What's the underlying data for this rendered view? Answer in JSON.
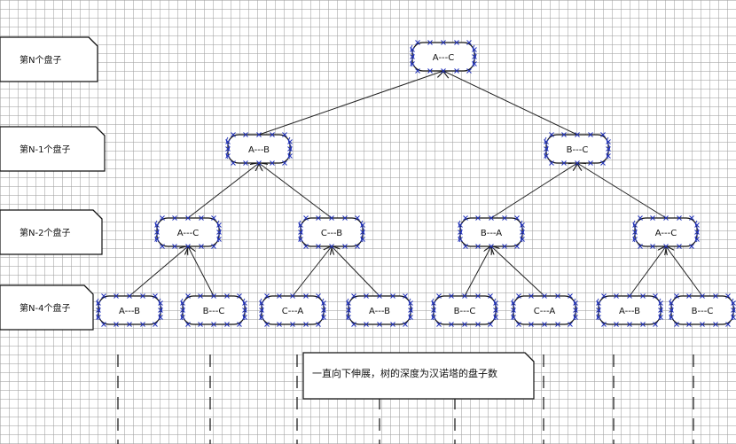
{
  "levels": [
    {
      "id": "level-n",
      "label": "第N个盘子"
    },
    {
      "id": "level-n-1",
      "label": "第N-1个盘子"
    },
    {
      "id": "level-n-2",
      "label": "第N-2个盘子"
    },
    {
      "id": "level-n-4",
      "label": "第N-4个盘子"
    }
  ],
  "nodes": [
    {
      "id": "root",
      "label": "A---C",
      "level": 0
    },
    {
      "id": "l1-left",
      "label": "A---B",
      "level": 1
    },
    {
      "id": "l1-right",
      "label": "B---C",
      "level": 1
    },
    {
      "id": "l2-1",
      "label": "A---C",
      "level": 2
    },
    {
      "id": "l2-2",
      "label": "C---B",
      "level": 2
    },
    {
      "id": "l2-3",
      "label": "B---A",
      "level": 2
    },
    {
      "id": "l2-4",
      "label": "A---C",
      "level": 2
    },
    {
      "id": "l3-1",
      "label": "A---B",
      "level": 3
    },
    {
      "id": "l3-2",
      "label": "B---C",
      "level": 3
    },
    {
      "id": "l3-3",
      "label": "C---A",
      "level": 3
    },
    {
      "id": "l3-4",
      "label": "A---B",
      "level": 3
    },
    {
      "id": "l3-5",
      "label": "B---C",
      "level": 3
    },
    {
      "id": "l3-6",
      "label": "C---A",
      "level": 3
    },
    {
      "id": "l3-7",
      "label": "A---B",
      "level": 3
    },
    {
      "id": "l3-8",
      "label": "B---C",
      "level": 3
    }
  ],
  "edges": [
    [
      "l1-left",
      "root"
    ],
    [
      "l1-right",
      "root"
    ],
    [
      "l2-1",
      "l1-left"
    ],
    [
      "l2-2",
      "l1-left"
    ],
    [
      "l2-3",
      "l1-right"
    ],
    [
      "l2-4",
      "l1-right"
    ],
    [
      "l3-1",
      "l2-1"
    ],
    [
      "l3-2",
      "l2-1"
    ],
    [
      "l3-3",
      "l2-2"
    ],
    [
      "l3-4",
      "l2-2"
    ],
    [
      "l3-5",
      "l2-3"
    ],
    [
      "l3-6",
      "l2-3"
    ],
    [
      "l3-7",
      "l2-4"
    ],
    [
      "l3-8",
      "l2-4"
    ]
  ],
  "note": "一直向下伸展，树的深度为汉诺塔的盘子数",
  "colors": {
    "node_border": "#111111",
    "handle": "#2233bb",
    "line": "#222222",
    "note_border": "#111111"
  }
}
